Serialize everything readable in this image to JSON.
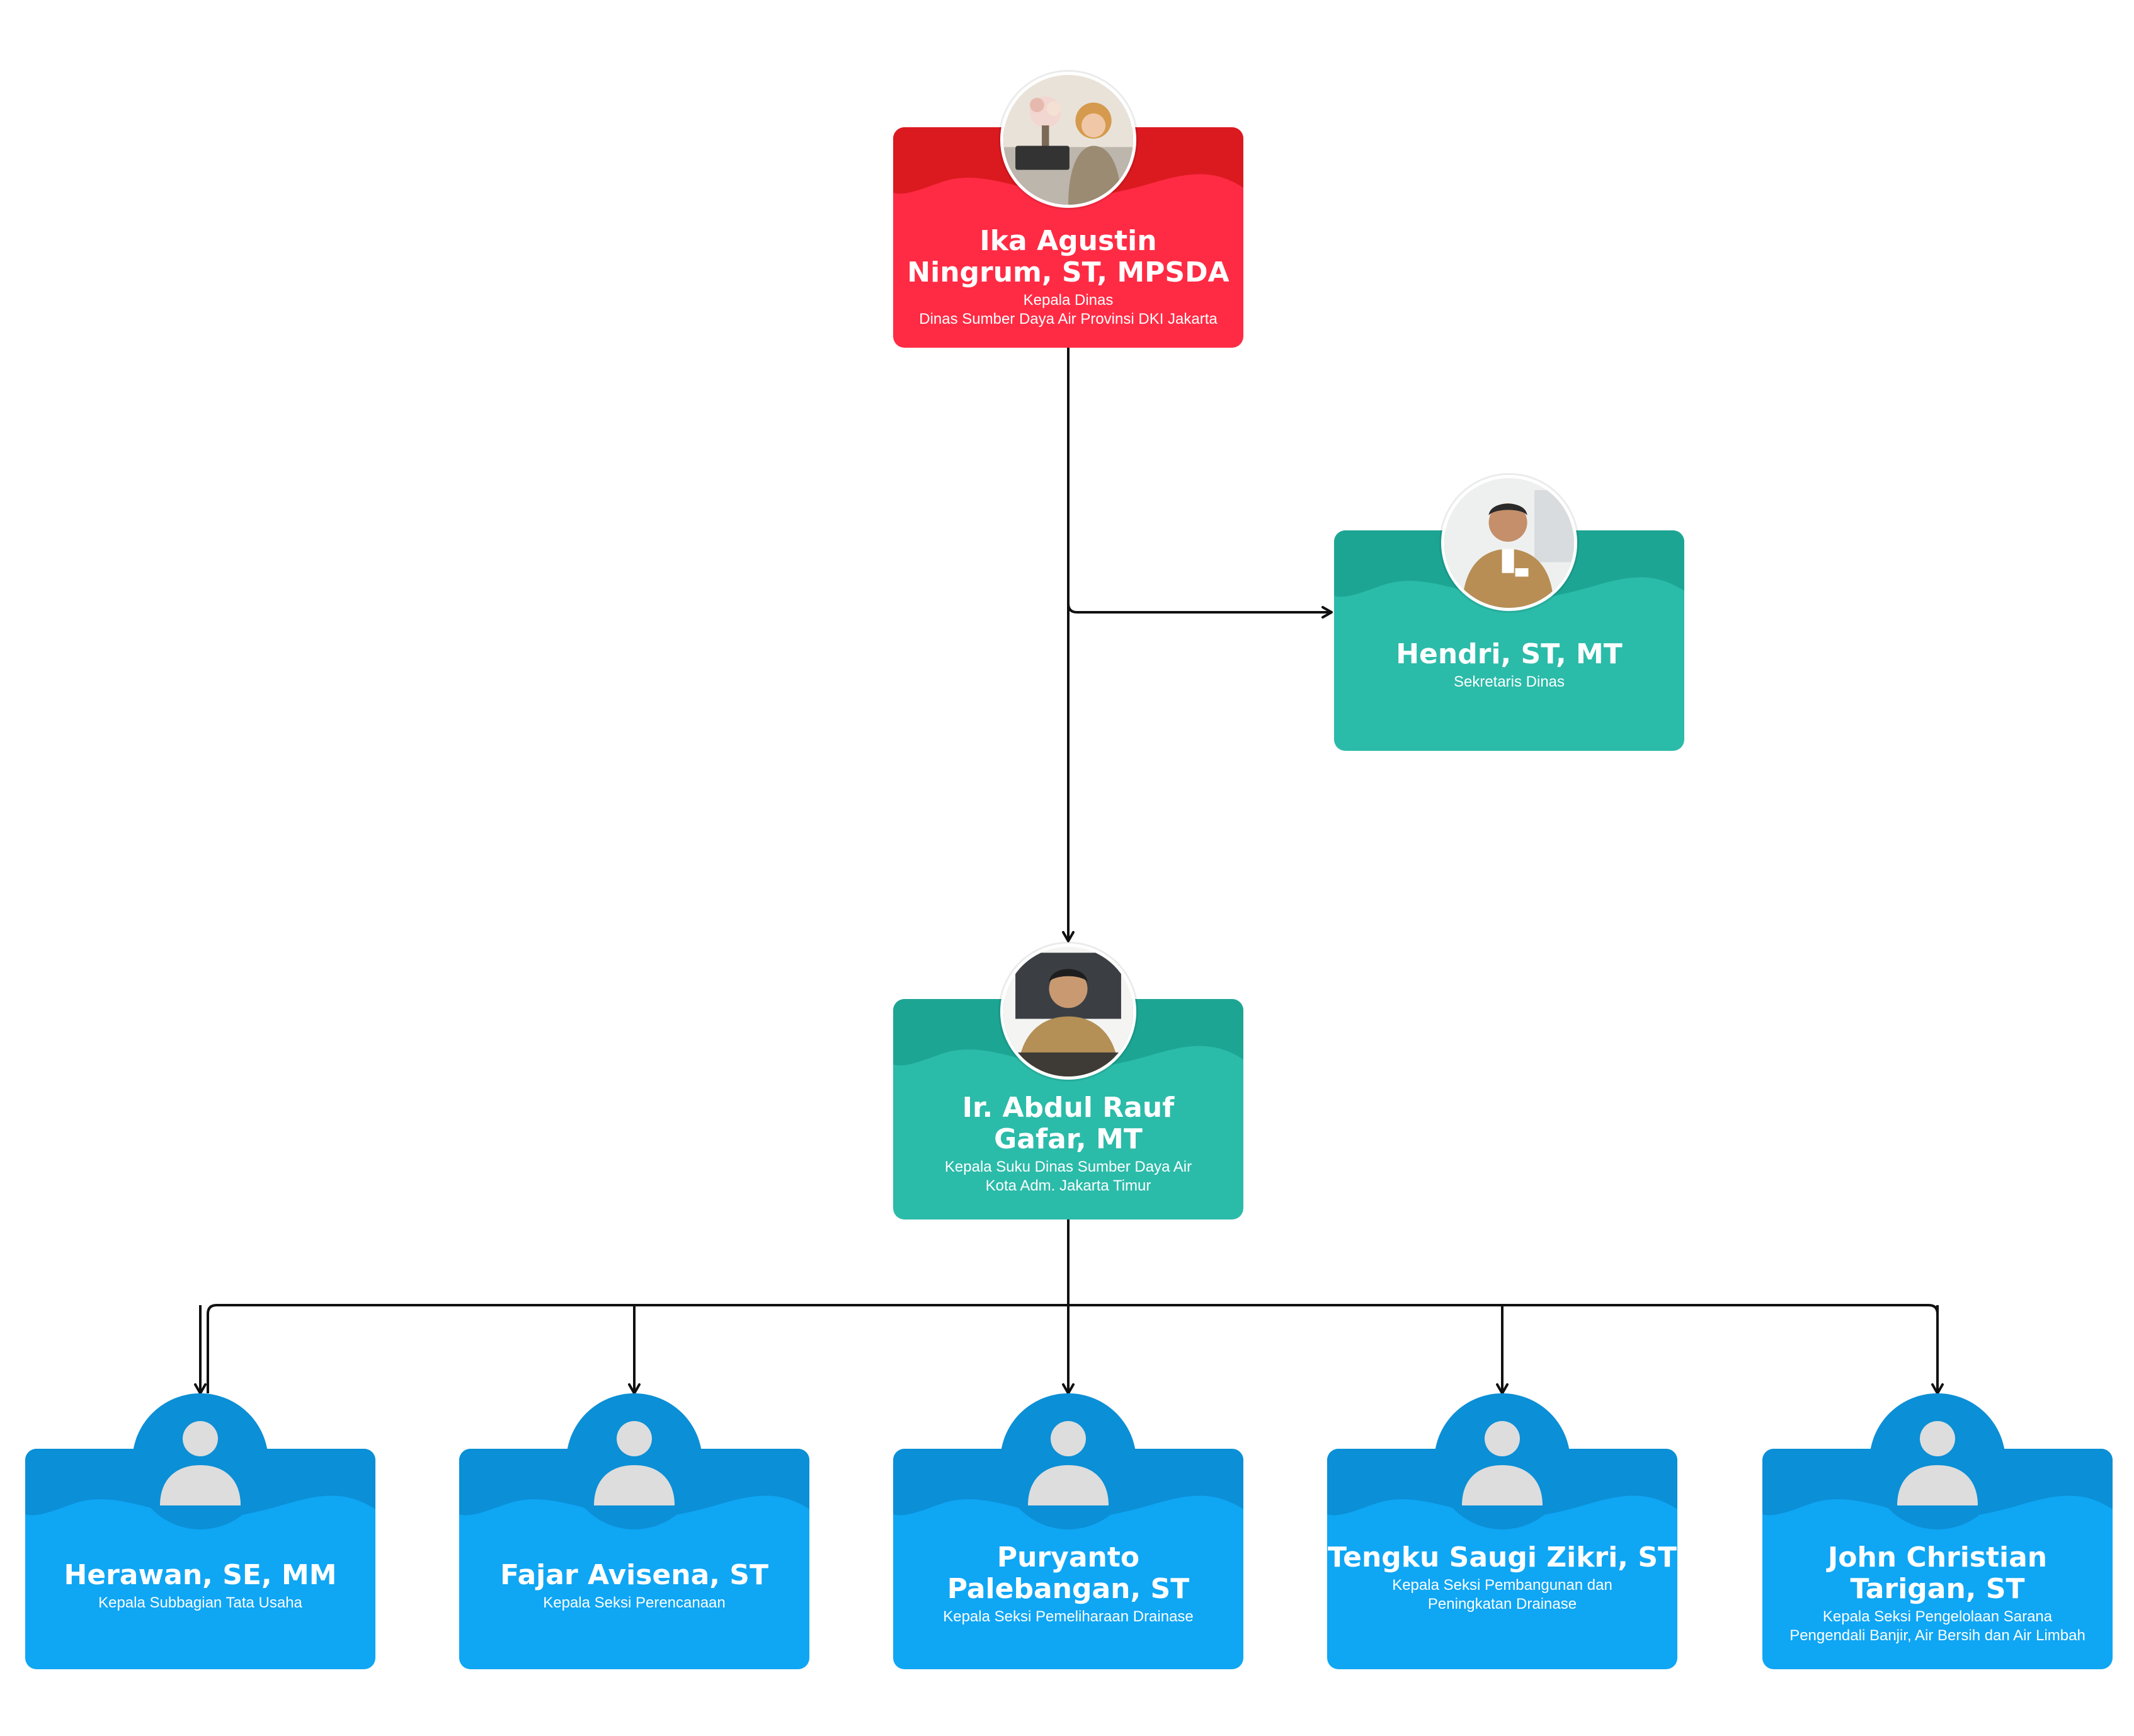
{
  "colors": {
    "red": "#ff2b44",
    "red_dark": "#db1a20",
    "teal": "#2bbba9",
    "teal_dark": "#1da594",
    "blue": "#0fa6f4",
    "blue_dark": "#0b8fd6",
    "connector": "#111111",
    "placeholder_icon": "#dddddd"
  },
  "head": {
    "name": "Ika Agustin\nNingrum, ST, MPSDA",
    "role": "Kepala Dinas\nDinas Sumber Daya Air Provinsi DKI Jakarta",
    "avatar": "photo"
  },
  "secretary": {
    "name": "Hendri, ST, MT",
    "role": "Sekretaris Dinas",
    "avatar": "photo"
  },
  "subhead": {
    "name": "Ir. Abdul Rauf\nGafar, MT",
    "role": "Kepala Suku Dinas Sumber Daya Air\nKota Adm. Jakarta Timur",
    "avatar": "photo"
  },
  "staff": [
    {
      "name": "Herawan, SE, MM",
      "role": "Kepala Subbagian Tata Usaha",
      "avatar": "user-placeholder-icon"
    },
    {
      "name": "Fajar Avisena, ST",
      "role": "Kepala Seksi Perencanaan",
      "avatar": "user-placeholder-icon"
    },
    {
      "name": "Puryanto\nPalebangan, ST",
      "role": "Kepala Seksi Pemeliharaan Drainase",
      "avatar": "user-placeholder-icon"
    },
    {
      "name": "Tengku Saugi Zikri, ST",
      "role": "Kepala Seksi Pembangunan dan\nPeningkatan Drainase",
      "avatar": "user-placeholder-icon"
    },
    {
      "name": "John Christian\nTarigan, ST",
      "role": "Kepala Seksi Pengelolaan Sarana\nPengendali Banjir, Air Bersih dan Air Limbah",
      "avatar": "user-placeholder-icon"
    }
  ]
}
